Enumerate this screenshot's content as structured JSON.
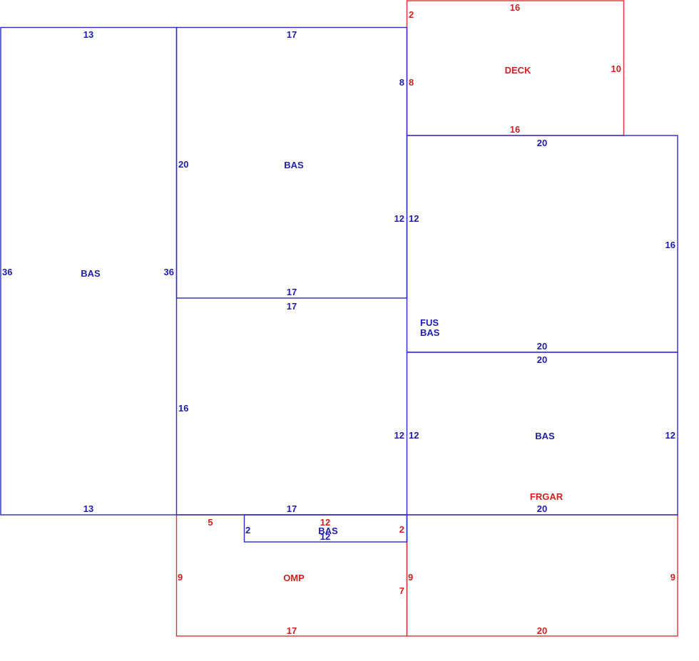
{
  "colors": {
    "living": "#2a2ad0",
    "living_text": "#1d1daa",
    "other": "#dd3333",
    "other_text": "#cc2222"
  },
  "areas": {
    "left_bas": "BAS",
    "upper_bas": "BAS",
    "fus": "FUS",
    "fus_bas": "BAS",
    "lower_bas": "BAS",
    "strip_bas": "BAS",
    "deck": "DECK",
    "omp": "OMP",
    "frgar": "FRGAR"
  },
  "dims": {
    "left_top": "13",
    "left_left": "36",
    "left_right": "36",
    "left_bottom": "13",
    "upper_top": "17",
    "upper_left": "20",
    "upper_right_top": "8",
    "upper_right_mid": "12",
    "upper_bottom": "17",
    "mid_top": "17",
    "mid_left": "16",
    "mid_right": "12",
    "mid_bottom": "17",
    "right_top": "20",
    "right_left": "12",
    "right_right": "16",
    "right_bottom": "20",
    "lower_top": "20",
    "lower_left": "12",
    "lower_right": "12",
    "lower_bottom": "20",
    "deck_top": "16",
    "deck_left_top": "2",
    "deck_left_bottom": "8",
    "deck_right": "10",
    "deck_bottom": "16",
    "omp_left_top": "5",
    "omp_left": "9",
    "omp_right": "7",
    "omp_bottom": "17",
    "omp_top_right": "12",
    "omp_right_top": "2",
    "strip_left": "2",
    "strip_bottom": "12",
    "garage_left": "9",
    "garage_right": "9",
    "garage_bottom": "20"
  }
}
